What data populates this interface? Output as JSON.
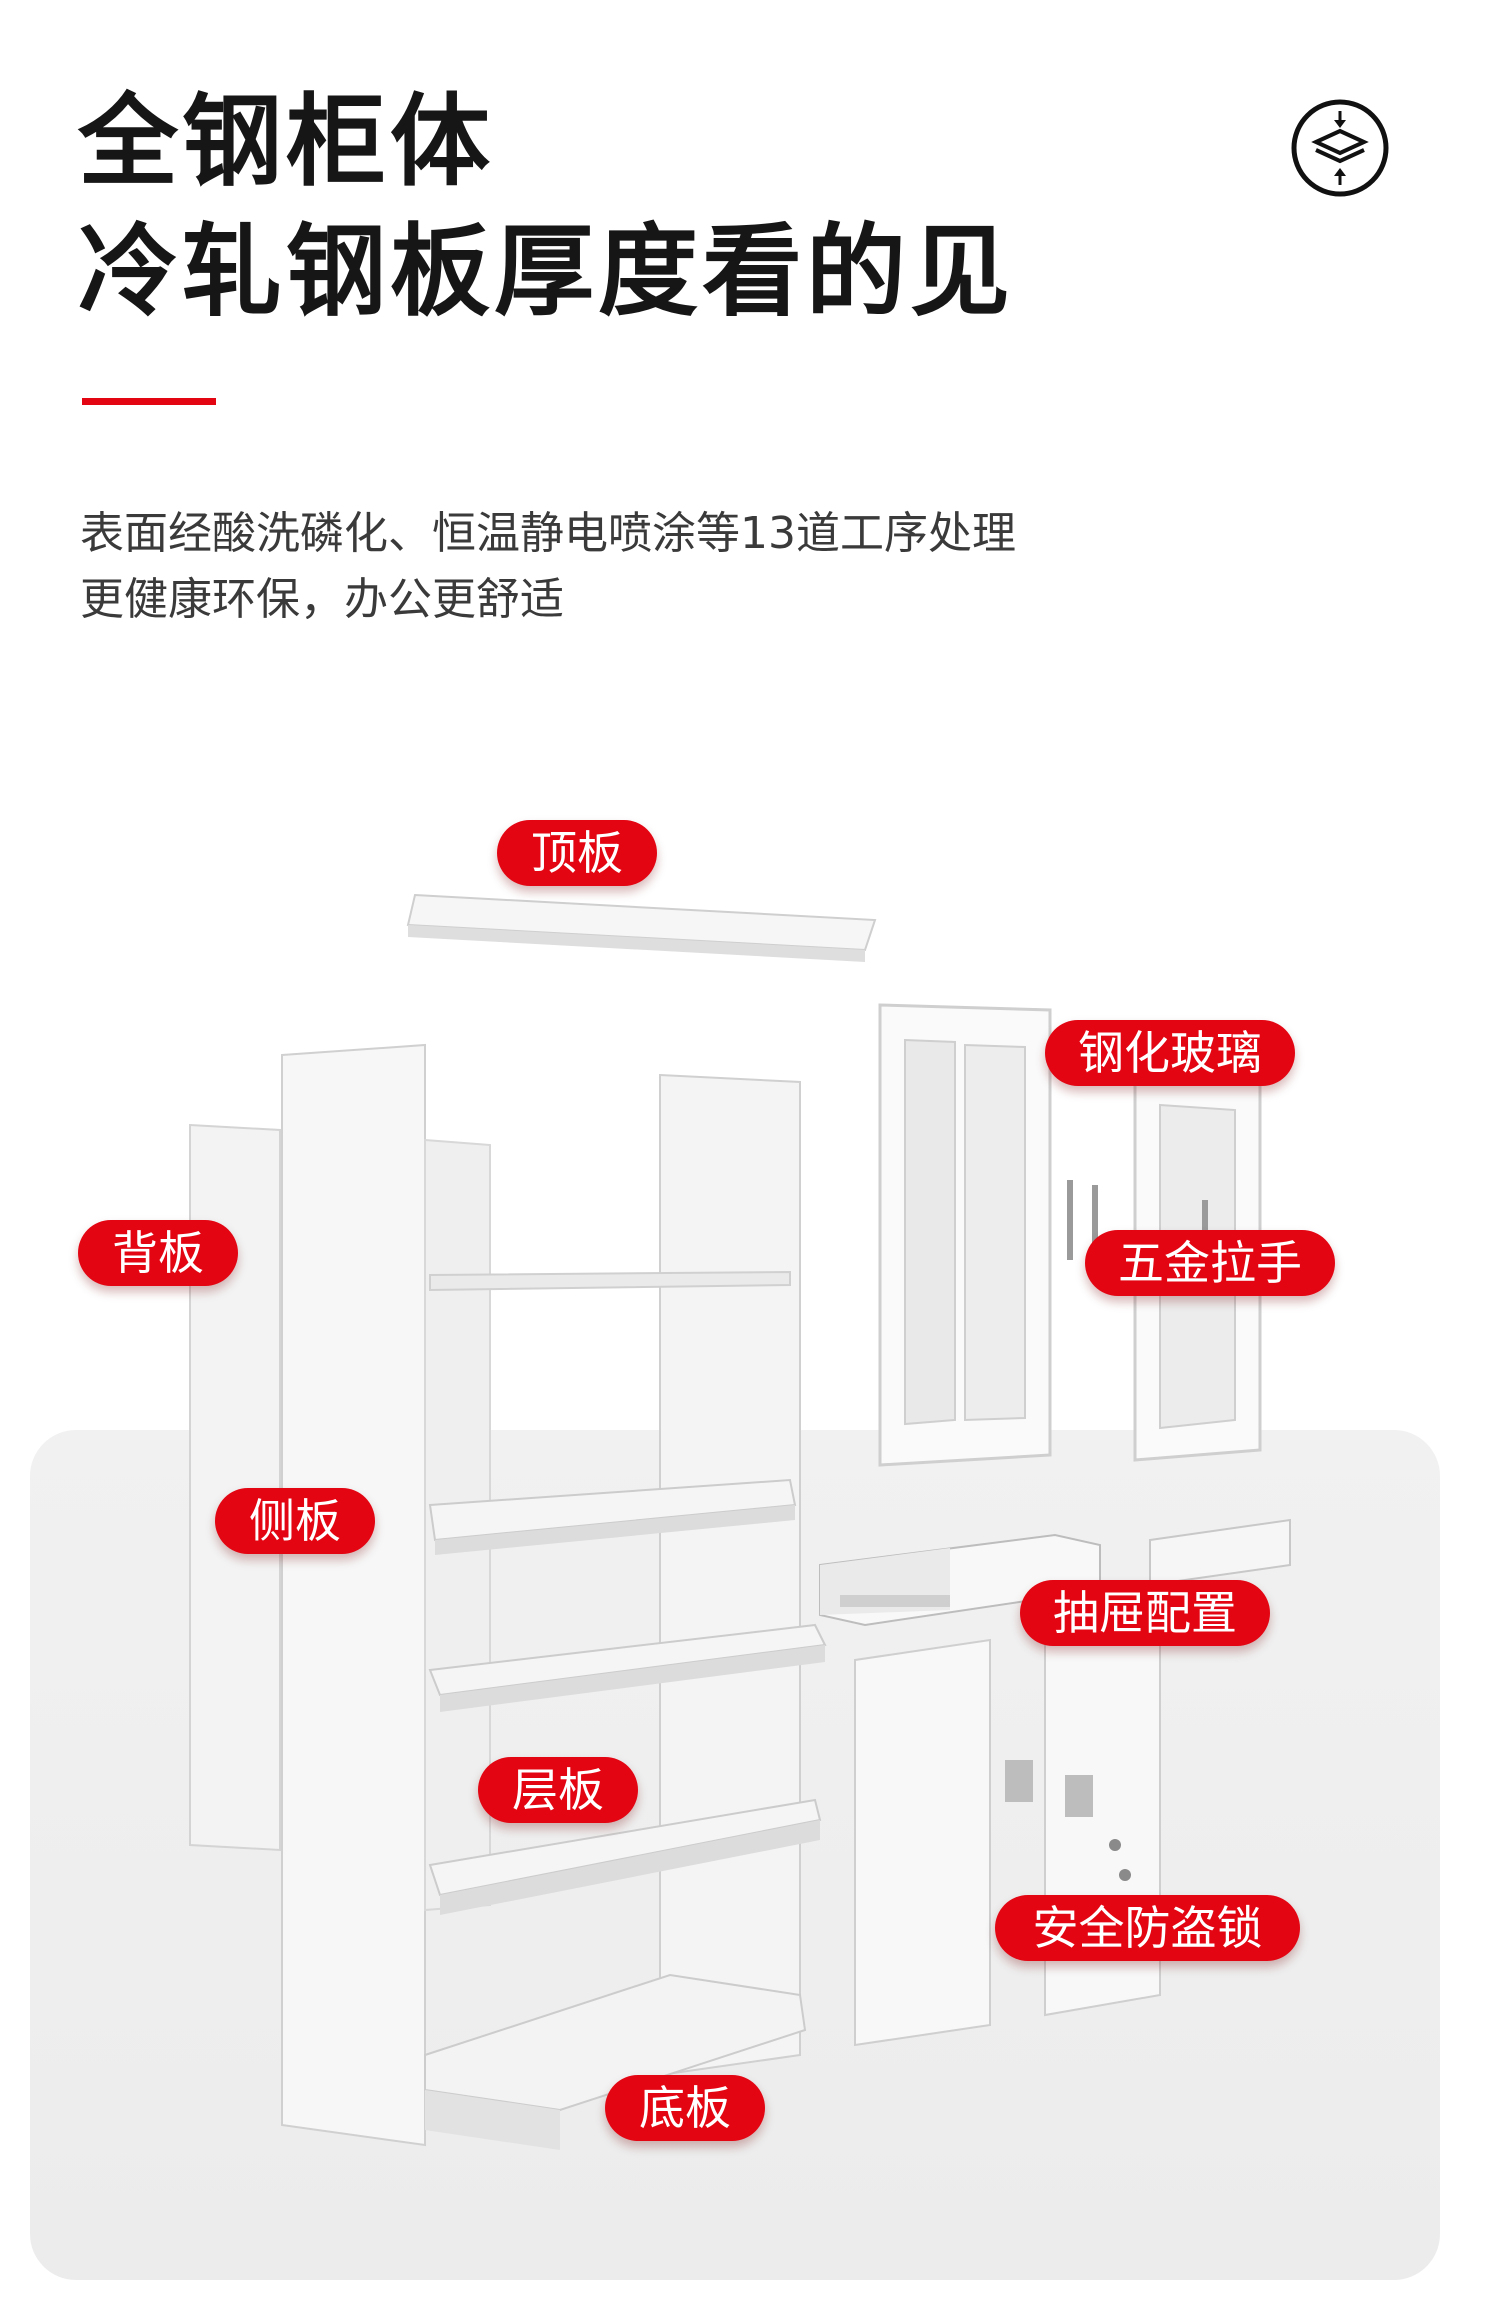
{
  "header": {
    "title_line1": "全钢柜体",
    "title_line2": "冷轧钢板厚度看的见",
    "desc_line1": "表面经酸洗磷化、恒温静电喷涂等13道工序处理",
    "desc_line2": "更健康环保，办公更舒适",
    "icon": "layered-steel-icon",
    "accent_color": "#e30512"
  },
  "labels": {
    "top_panel": "顶板",
    "tempered_glass": "钢化玻璃",
    "back_panel": "背板",
    "hardware_handle": "五金拉手",
    "side_panel": "侧板",
    "drawer": "抽屉配置",
    "shelf": "层板",
    "security_lock": "安全防盗锁",
    "bottom_panel": "底板"
  }
}
